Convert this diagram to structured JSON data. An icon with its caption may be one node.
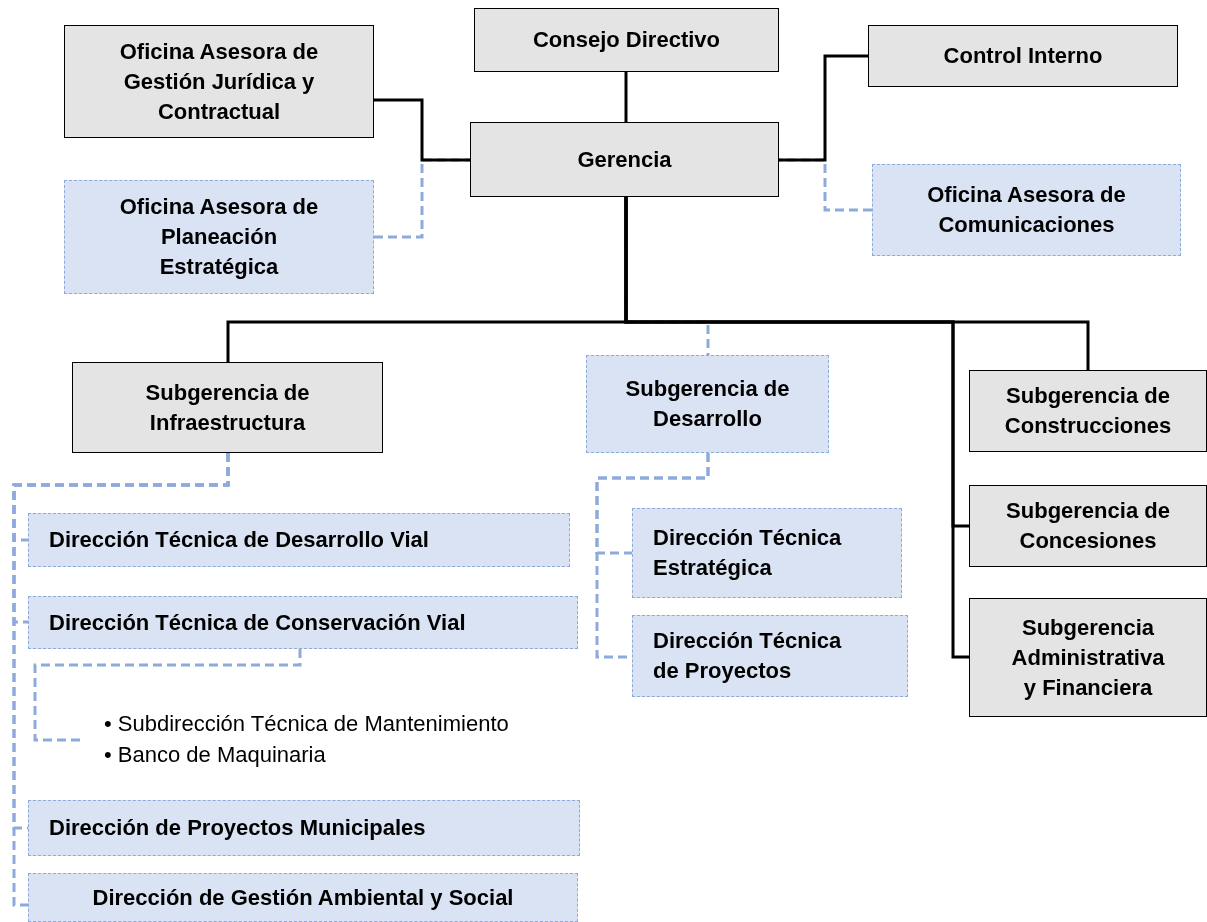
{
  "diagram": {
    "nodes": [
      {
        "text": [
          "Consejo Directivo"
        ]
      },
      {
        "text": [
          "Oficina Asesora de Gestión Jurídica y Contractual"
        ]
      },
      {
        "text": [
          "Control Interno"
        ]
      },
      {
        "text": [
          "Gerencia"
        ]
      },
      {
        "text": [
          "Oficina Asesora de Planeación Estratégica"
        ]
      },
      {
        "text": [
          "Oficina Asesora de Comunicaciones"
        ]
      },
      {
        "text": [
          "Subgerencia de Infraestructura"
        ]
      },
      {
        "text": [
          "Subgerencia de Desarrollo"
        ]
      },
      {
        "text": [
          "Subgerencia de Construcciones"
        ]
      },
      {
        "text": [
          "Subgerencia de Concesiones"
        ]
      },
      {
        "text": [
          "Subgerencia Administrativa y Financiera"
        ]
      },
      {
        "text": [
          "Dirección Técnica de Desarrollo Vial"
        ]
      },
      {
        "text": [
          "Dirección Técnica de Conservación Vial"
        ]
      },
      {
        "text": [
          "• Subdirección Técnica de Mantenimiento",
          "• Banco de Maquinaria"
        ]
      },
      {
        "text": [
          "Dirección Técnica Estratégica"
        ]
      },
      {
        "text": [
          "Dirección Técnica de Proyectos"
        ]
      },
      {
        "text": [
          "Dirección de Proyectos Municipales"
        ]
      },
      {
        "text": [
          "Dirección de Gestión Ambiental y Social"
        ]
      }
    ],
    "edges": [
      {
        "from": 0,
        "to": 3,
        "arrow": "none",
        "color": "#000000"
      },
      {
        "from": 1,
        "to": 3,
        "arrow": "none",
        "color": "#000000"
      },
      {
        "from": 4,
        "to": 3,
        "arrow": "none",
        "style": "dashed"
      },
      {
        "from": 2,
        "to": 3,
        "arrow": "none",
        "color": "#000000"
      },
      {
        "from": 5,
        "to": 3,
        "arrow": "none",
        "style": "dashed"
      },
      {
        "from": 3,
        "to": 6,
        "arrow": "none",
        "color": "#000000"
      },
      {
        "from": 3,
        "to": 7,
        "arrow": "none",
        "style": "dashed"
      },
      {
        "from": 3,
        "to": 8,
        "arrow": "none",
        "color": "#000000"
      },
      {
        "from": 3,
        "to": 9,
        "arrow": "none",
        "color": "#000000"
      },
      {
        "from": 3,
        "to": 10,
        "arrow": "none",
        "color": "#000000"
      },
      {
        "from": 6,
        "to": 11,
        "arrow": "none",
        "style": "dashed"
      },
      {
        "from": 6,
        "to": 12,
        "arrow": "none",
        "style": "dashed"
      },
      {
        "from": 12,
        "to": 13,
        "arrow": "none",
        "style": "dashed"
      },
      {
        "from": 6,
        "to": 16,
        "arrow": "none",
        "style": "dashed"
      },
      {
        "from": 6,
        "to": 17,
        "arrow": "none",
        "style": "dashed"
      },
      {
        "from": 7,
        "to": 14,
        "arrow": "none",
        "style": "dashed"
      },
      {
        "from": 7,
        "to": 15,
        "arrow": "none",
        "style": "dashed"
      }
    ]
  }
}
